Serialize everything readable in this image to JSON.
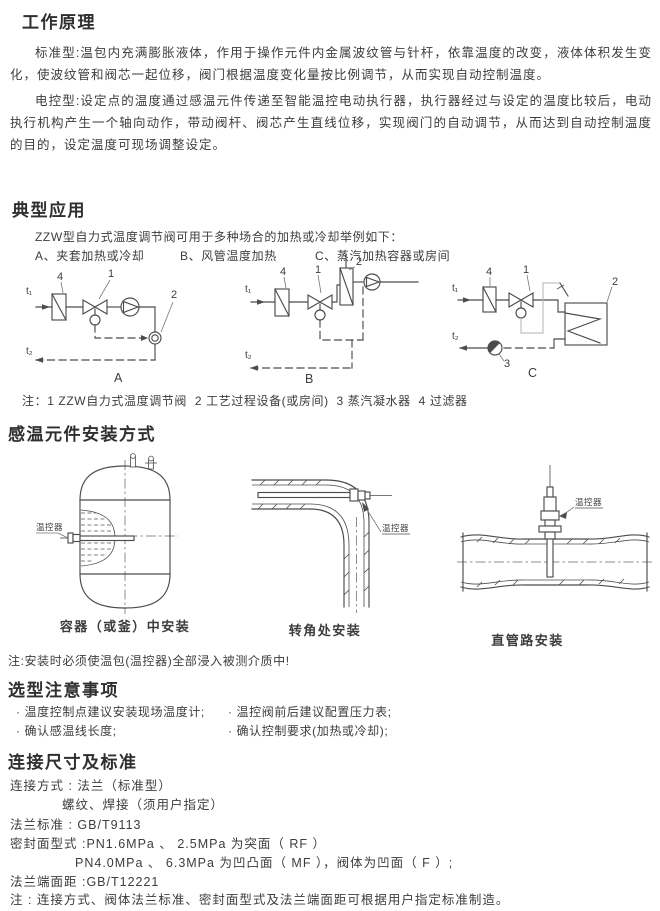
{
  "colors": {
    "ink": "#3d3d3d",
    "line": "#4c4c4c",
    "capillary": "#b3b3b3"
  },
  "working_principle": {
    "heading": "工作原理",
    "p1": "标准型:温包内充满膨胀液体，作用于操作元件内金属波纹管与针杆，依靠温度的改变，液体体积发生变化，使波纹管和阀芯一起位移，阀门根据温度变化量按比例调节，从而实现自动控制温度。",
    "p2": "电控型:设定点的温度通过感温元件传递至智能温控电动执行器，执行器经过与设定的温度比较后，电动执行机构产生一个轴向动作，带动阀杆、阀芯产生直线位移，实现阀门的自动调节，从而达到自动控制温度的目的，设定温度可现场调整设定。"
  },
  "typical_applications": {
    "heading": "典型应用",
    "intro": "ZZW型自力式温度调节阀可用于多种场合的加热或冷却举例如下：",
    "case_a": "A、夹套加热或冷却",
    "case_b": "B、风管温度加热",
    "case_c": "C、蒸汽加热容器或房间",
    "labels": {
      "t1": "t₁",
      "t2": "t₂",
      "n1": "1",
      "n2": "2",
      "n3": "3",
      "n4": "4",
      "a": "A",
      "b": "B",
      "c": "C"
    },
    "note": "注：1 ZZW自力式温度调节阀  2 工艺过程设备(或房间)  3 蒸汽凝水器  4 过滤器"
  },
  "sensor_installation": {
    "heading": "感温元件安装方式",
    "thermostat_label": "温控器",
    "caption_vessel": "容器（或釜）中安装",
    "caption_corner": "转角处安装",
    "caption_straight": "直管路安装",
    "note": "注:安装时必须使温包(温控器)全部浸入被测介质中!"
  },
  "selection_notes": {
    "heading": "选型注意事项",
    "items": [
      "· 温度控制点建议安装现场温度计;",
      "· 温控阀前后建议配置压力表;",
      "· 确认感温线长度;",
      "· 确认控制要求(加热或冷却);"
    ]
  },
  "connection_standards": {
    "heading": "连接尺寸及标准",
    "line1": "连接方式 : 法兰（标准型）",
    "line2": "螺纹、焊接（须用户指定）",
    "line3": "法兰标准 : GB/T9113",
    "line4": "密封面型式 :PN1.6MPa 、 2.5MPa 为突面（ RF ）",
    "line5": "PN4.0MPa 、 6.3MPa 为凹凸面（ MF ），阀体为凹面（ F ）;",
    "line6": "法兰端面距 :GB/T12221",
    "note": "注 : 连接方式、阀体法兰标准、密封面型式及法兰端面距可根据用户指定标准制造。"
  }
}
